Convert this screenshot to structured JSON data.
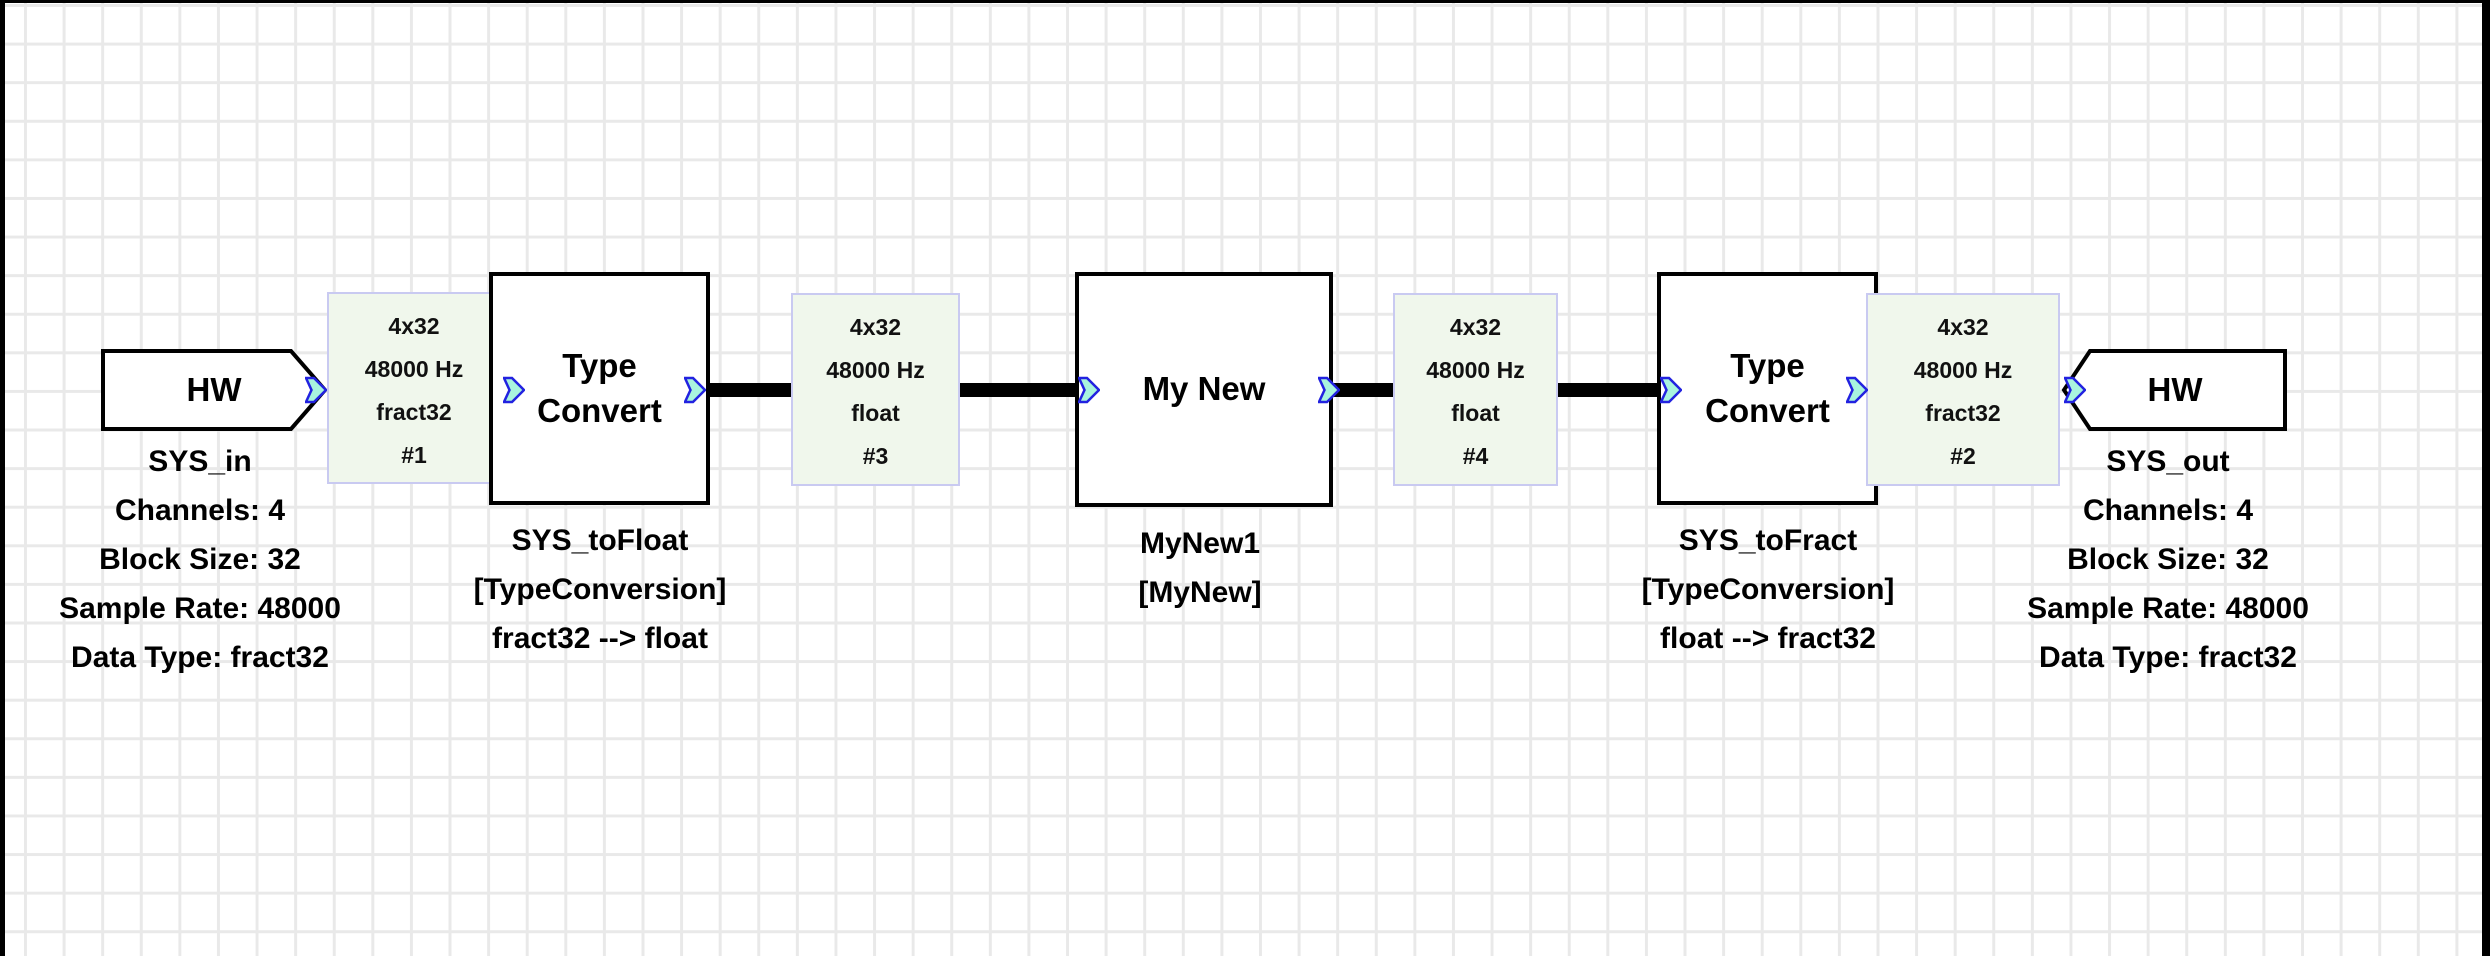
{
  "blocks": {
    "hw_in": {
      "title": "HW",
      "labels": [
        "SYS_in",
        "Channels: 4",
        "Block Size: 32",
        "Sample Rate: 48000",
        "Data Type: fract32"
      ]
    },
    "type_convert_1": {
      "title": "Type Convert",
      "labels": [
        "SYS_toFloat",
        "[TypeConversion]",
        "fract32 --> float"
      ]
    },
    "my_new": {
      "title": "My New",
      "labels": [
        "MyNew1",
        "[MyNew]"
      ]
    },
    "type_convert_2": {
      "title": "Type Convert",
      "labels": [
        "SYS_toFract",
        "[TypeConversion]",
        "float --> fract32"
      ]
    },
    "hw_out": {
      "title": "HW",
      "labels": [
        "SYS_out",
        "Channels: 4",
        "Block Size: 32",
        "Sample Rate: 48000",
        "Data Type: fract32"
      ]
    }
  },
  "wire_boxes": {
    "w1": {
      "lines": [
        "4x32",
        "48000 Hz",
        "fract32",
        "#1"
      ]
    },
    "w3": {
      "lines": [
        "4x32",
        "48000 Hz",
        "float",
        "#3"
      ]
    },
    "w4": {
      "lines": [
        "4x32",
        "48000 Hz",
        "float",
        "#4"
      ]
    },
    "w2": {
      "lines": [
        "4x32",
        "48000 Hz",
        "fract32",
        "#2"
      ]
    }
  },
  "colors": {
    "wire_box_fill": "#f0f7ec",
    "wire_box_border": "#c9caf1",
    "port_fill": "#a9f4de",
    "port_stroke": "#2222e0",
    "grid_line": "#e9e9e9",
    "block_border": "#000000",
    "wire": "#000000"
  }
}
